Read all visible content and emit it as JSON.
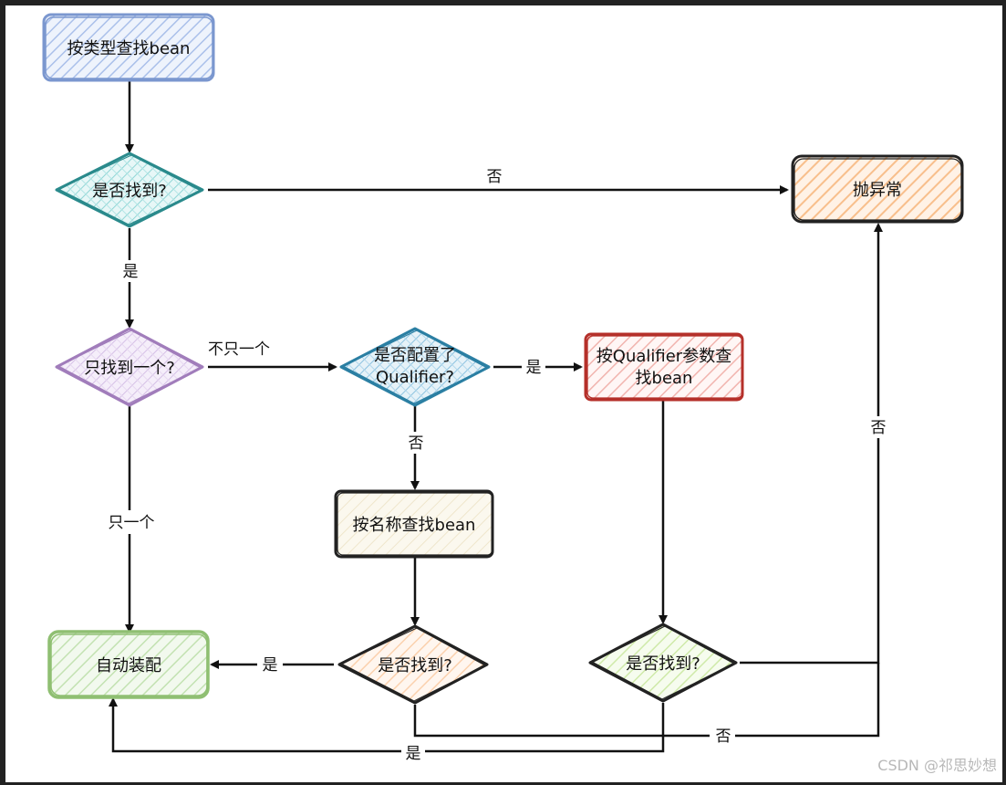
{
  "nodes": {
    "find_by_type": "按类型查找bean",
    "found_1": "是否找到?",
    "throw_exception": "抛异常",
    "only_one": "只找到一个?",
    "qualifier_configured_1": "是否配置了",
    "qualifier_configured_2": "Qualifier?",
    "qualifier_search_1": "按Qualifier参数查",
    "qualifier_search_2": "找bean",
    "find_by_name": "按名称查找bean",
    "autowire": "自动装配",
    "found_2": "是否找到?",
    "found_3": "是否找到?"
  },
  "edges": {
    "found1_no": "否",
    "found1_yes": "是",
    "not_only_one": "不只一个",
    "qualifier_yes": "是",
    "qualifier_no": "否",
    "only_one_yes": "只一个",
    "found2_yes": "是",
    "found3_no_right": "否",
    "found2_no_bottom": "否",
    "found3_yes_bottom": "是"
  },
  "watermark": "CSDN @祁思妙想",
  "colors": {
    "blue": "#7b97cf",
    "teal": "#2a8a8c",
    "purple": "#a17dbb",
    "steel": "#2b7fa3",
    "red": "#b5302a",
    "beige": "#f3eedc",
    "green": "#8fbf72",
    "orange": "#f6a96a",
    "lime": "#b9e08a"
  }
}
